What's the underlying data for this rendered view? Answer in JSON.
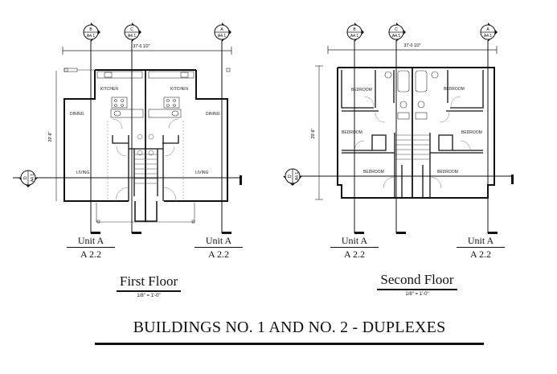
{
  "drawing": {
    "title": "BUILDINGS NO. 1 AND NO. 2 - DUPLEXES",
    "first_floor": {
      "title": "First Floor",
      "scale": "1/8\" = 1'-0\"",
      "overall_width": "37'-0 1/2\"",
      "overall_depth": "29'-8\"",
      "rooms": [
        "KITCHEN",
        "KITCHEN",
        "DINING",
        "DINING",
        "LIVING",
        "LIVING"
      ],
      "section_markers": [
        {
          "letter": "B",
          "sheet": "A4.1"
        },
        {
          "letter": "C",
          "sheet": "A4.1"
        },
        {
          "letter": "A",
          "sheet": "A4.1"
        },
        {
          "letter": "D",
          "sheet": "A4.1"
        }
      ],
      "unit_labels": [
        {
          "unit": "Unit A",
          "sheet": "A 2.2"
        },
        {
          "unit": "Unit A",
          "sheet": "A 2.2"
        }
      ]
    },
    "second_floor": {
      "title": "Second Floor",
      "scale": "1/8\" = 1'-0\"",
      "overall_width": "37'-0 1/2\"",
      "overall_depth": "29'-8\"",
      "rooms": [
        "BEDROOM",
        "BEDROOM",
        "BEDROOM",
        "BEDROOM",
        "BEDROOM",
        "BEDROOM"
      ],
      "section_markers": [
        {
          "letter": "B",
          "sheet": "A4.1"
        },
        {
          "letter": "C",
          "sheet": "A4.1"
        },
        {
          "letter": "A",
          "sheet": "A4.1"
        },
        {
          "letter": "D",
          "sheet": "A4.1"
        }
      ],
      "unit_labels": [
        {
          "unit": "Unit A",
          "sheet": "A 2.2"
        },
        {
          "unit": "Unit A",
          "sheet": "A 2.2"
        }
      ]
    }
  }
}
